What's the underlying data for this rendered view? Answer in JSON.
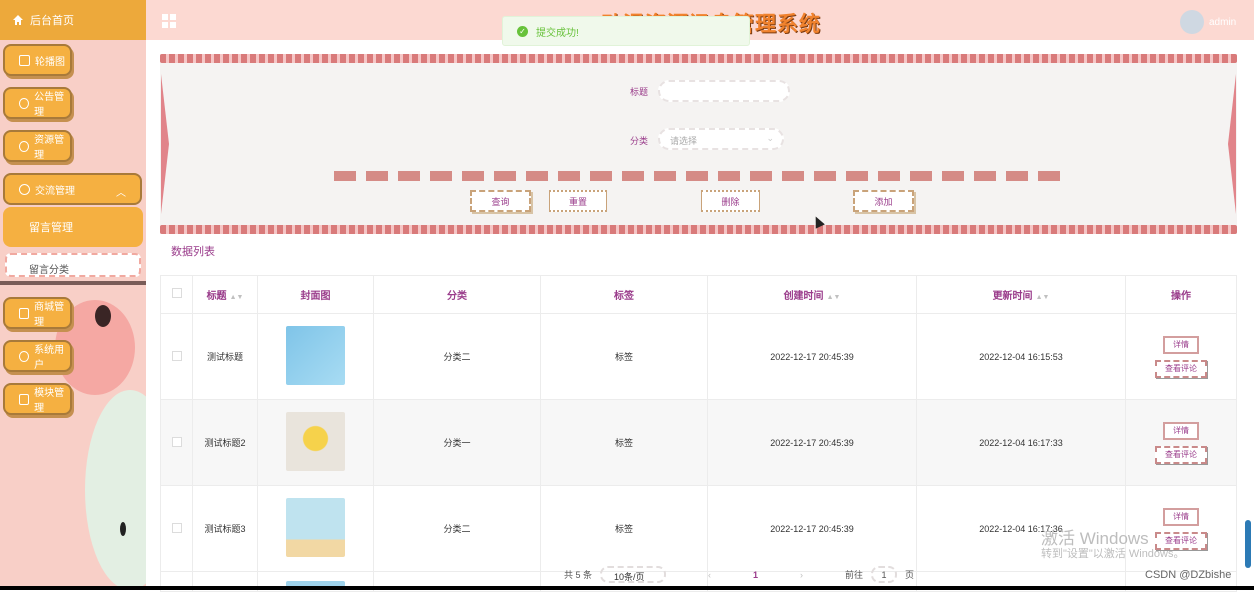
{
  "sidebar": {
    "home_label": "后台首页",
    "menu": [
      {
        "label": "轮播图",
        "icon": "image-icon"
      },
      {
        "label": "公告管理",
        "icon": "info-icon"
      },
      {
        "label": "资源管理",
        "icon": "bulb-icon"
      },
      {
        "label": "交流管理",
        "icon": "chat-icon"
      },
      {
        "label": "商城管理",
        "icon": "cart-icon"
      },
      {
        "label": "系统用户",
        "icon": "user-icon"
      },
      {
        "label": "模块管理",
        "icon": "grid-icon"
      }
    ],
    "submenu": [
      {
        "label": "留言管理",
        "active": true
      },
      {
        "label": "留言分类",
        "active": false
      }
    ]
  },
  "header": {
    "title": "动漫资源讯息管理系统",
    "user": "admin"
  },
  "toast": {
    "message": "提交成功!"
  },
  "search": {
    "title_label": "标题",
    "title_value": "",
    "category_label": "分类",
    "category_placeholder": "请选择",
    "buttons": {
      "query": "查询",
      "reset": "重置",
      "delete": "删除",
      "add": "添加"
    }
  },
  "list_title": "数据列表",
  "table": {
    "columns": [
      "",
      "标题",
      "封面图",
      "分类",
      "标签",
      "创建时间",
      "更新时间",
      "操作"
    ],
    "rows": [
      {
        "title": "测试标题",
        "category": "分类二",
        "tag": "标签",
        "created": "2022-12-17 20:45:39",
        "updated": "2022-12-04 16:15:53"
      },
      {
        "title": "测试标题2",
        "category": "分类一",
        "tag": "标签",
        "created": "2022-12-17 20:45:39",
        "updated": "2022-12-04 16:17:33"
      },
      {
        "title": "测试标题3",
        "category": "分类二",
        "tag": "标签",
        "created": "2022-12-17 20:45:39",
        "updated": "2022-12-04 16:17:36"
      }
    ],
    "actions": {
      "detail": "详情",
      "comments": "查看评论"
    }
  },
  "pager": {
    "total": "共 5 条",
    "page_size": "10条/页",
    "prev": "‹",
    "current": "1",
    "next": "›",
    "goto_label": "前往",
    "goto_value": "1",
    "page_unit": "页"
  },
  "overlay": {
    "activate_title": "激活 Windows",
    "activate_hint": "转到\"设置\"以激活 Windows。",
    "csdn": "CSDN @DZbishe"
  },
  "colors": {
    "accent": "#9a3c8b",
    "menu_orange": "#f5b041",
    "header_pink": "#fcd9d2",
    "toast_green": "#67c23a"
  }
}
